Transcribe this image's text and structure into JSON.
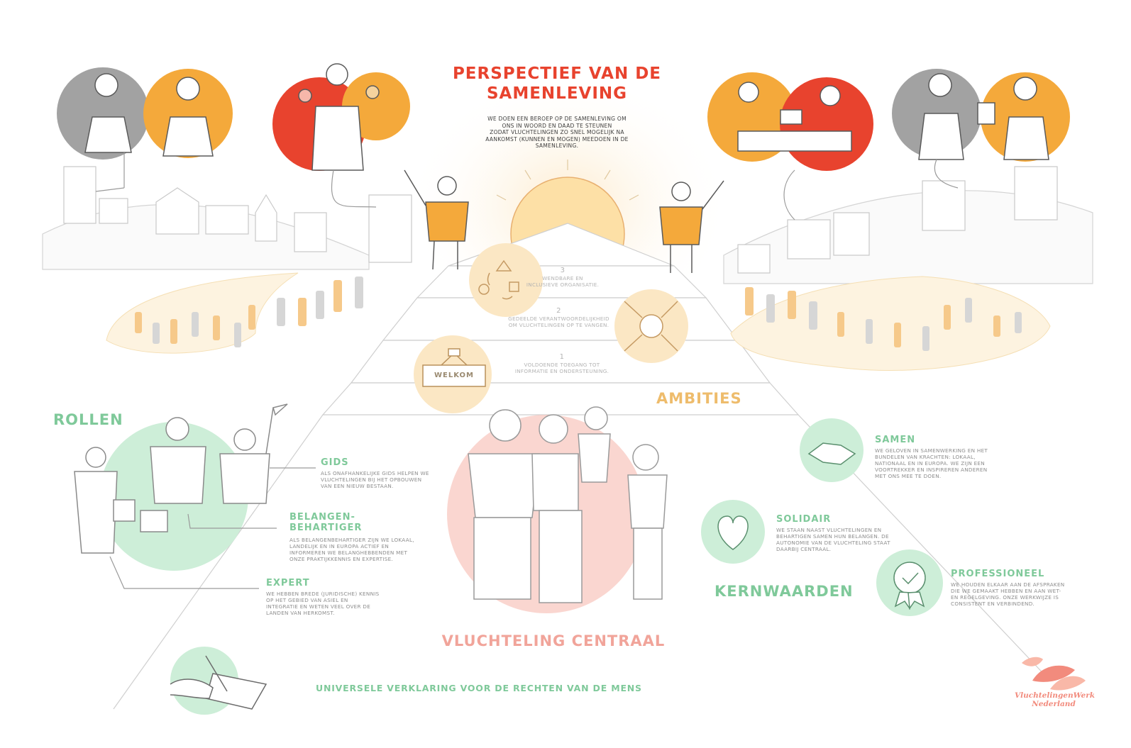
{
  "title": {
    "line1": "PERSPECTIEF VAN DE",
    "line2": "SAMENLEVING"
  },
  "intro": {
    "l1": "WE DOEN EEN BEROEP OP DE SAMENLEVING OM",
    "l2": "ONS IN WOORD EN DAAD TE STEUNEN",
    "l3": "ZODAT VLUCHTELINGEN ZO SNEL MOGELIJK NA",
    "l4": "AANKOMST (KUNNEN EN MOGEN) MEEDOEN IN DE",
    "l5": "SAMENLEVING."
  },
  "ambities": {
    "heading": "AMBITIES",
    "steps": [
      {
        "num": "3",
        "l1": "WENDBARE EN",
        "l2": "INCLUSIEVE ORGANISATIE."
      },
      {
        "num": "2",
        "l1": "GEDEELDE VERANTWOORDELIJKHEID",
        "l2": "OM VLUCHTELINGEN OP TE VANGEN."
      },
      {
        "num": "1",
        "l1": "VOLDOENDE TOEGANG TOT",
        "l2": "INFORMATIE EN ONDERSTEUNING."
      }
    ],
    "sign": "WELKOM"
  },
  "rollen": {
    "heading": "ROLLEN",
    "items": [
      {
        "title": "GIDS",
        "l1": "ALS ONAFHANKELIJKE GIDS HELPEN WE",
        "l2": "VLUCHTELINGEN BIJ HET OPBOUWEN",
        "l3": "VAN EEN NIEUW BESTAAN."
      },
      {
        "title1": "BELANGEN-",
        "title2": "BEHARTIGER",
        "l1": "ALS BELANGENBEHARTIGER ZIJN WE LOKAAL,",
        "l2": "LANDELIJK EN IN EUROPA ACTIEF EN",
        "l3": "INFORMEREN WE BELANGHEBBENDEN MET",
        "l4": "ONZE PRAKTIJKKENNIS EN EXPERTISE."
      },
      {
        "title": "EXPERT",
        "l1": "WE HEBBEN BREDE (JURIDISCHE) KENNIS",
        "l2": "OP HET GEBIED VAN ASIEL EN",
        "l3": "INTEGRATIE EN WETEN VEEL OVER DE",
        "l4": "LANDEN VAN HERKOMST."
      }
    ]
  },
  "kernwaarden": {
    "heading": "KERNWAARDEN",
    "items": [
      {
        "title": "SAMEN",
        "l1": "WE GELOVEN IN SAMENWERKING EN HET",
        "l2": "BUNDELEN VAN KRACHTEN: LOKAAL,",
        "l3": "NATIONAAL EN IN EUROPA. WE ZIJN EEN",
        "l4": "VOORTREKKER EN INSPIREREN ANDEREN",
        "l5": "MET ONS MEE TE DOEN."
      },
      {
        "title": "SOLIDAIR",
        "l1": "WE STAAN NAAST VLUCHTELINGEN EN",
        "l2": "BEHARTIGEN SAMEN HUN BELANGEN. DE",
        "l3": "AUTONOMIE VAN DE VLUCHTELING STAAT",
        "l4": "DAARBIJ CENTRAAL."
      },
      {
        "title": "PROFESSIONEEL",
        "l1": "WE HOUDEN ELKAAR AAN DE AFSPRAKEN",
        "l2": "DIE WE GEMAAKT HEBBEN EN AAN WET-",
        "l3": "EN REGELGEVING. ONZE WERKWIJZE IS",
        "l4": "CONSISTENT EN VERBINDEND."
      }
    ]
  },
  "center": {
    "heading": "VLUCHTELING CENTRAAL"
  },
  "footer": {
    "text": "UNIVERSELE VERKLARING VOOR DE RECHTEN VAN DE MENS"
  },
  "logo": {
    "line1": "VluchtelingenWerk",
    "line2": "Nederland"
  },
  "colors": {
    "red": "#e8432e",
    "orange": "#f4a93b",
    "grey": "#9a9a9a",
    "green": "#7fc99a",
    "pale_green": "#cdeed8",
    "pale_yellow": "#fbe7c4",
    "pale_red": "#f8c8c0"
  }
}
